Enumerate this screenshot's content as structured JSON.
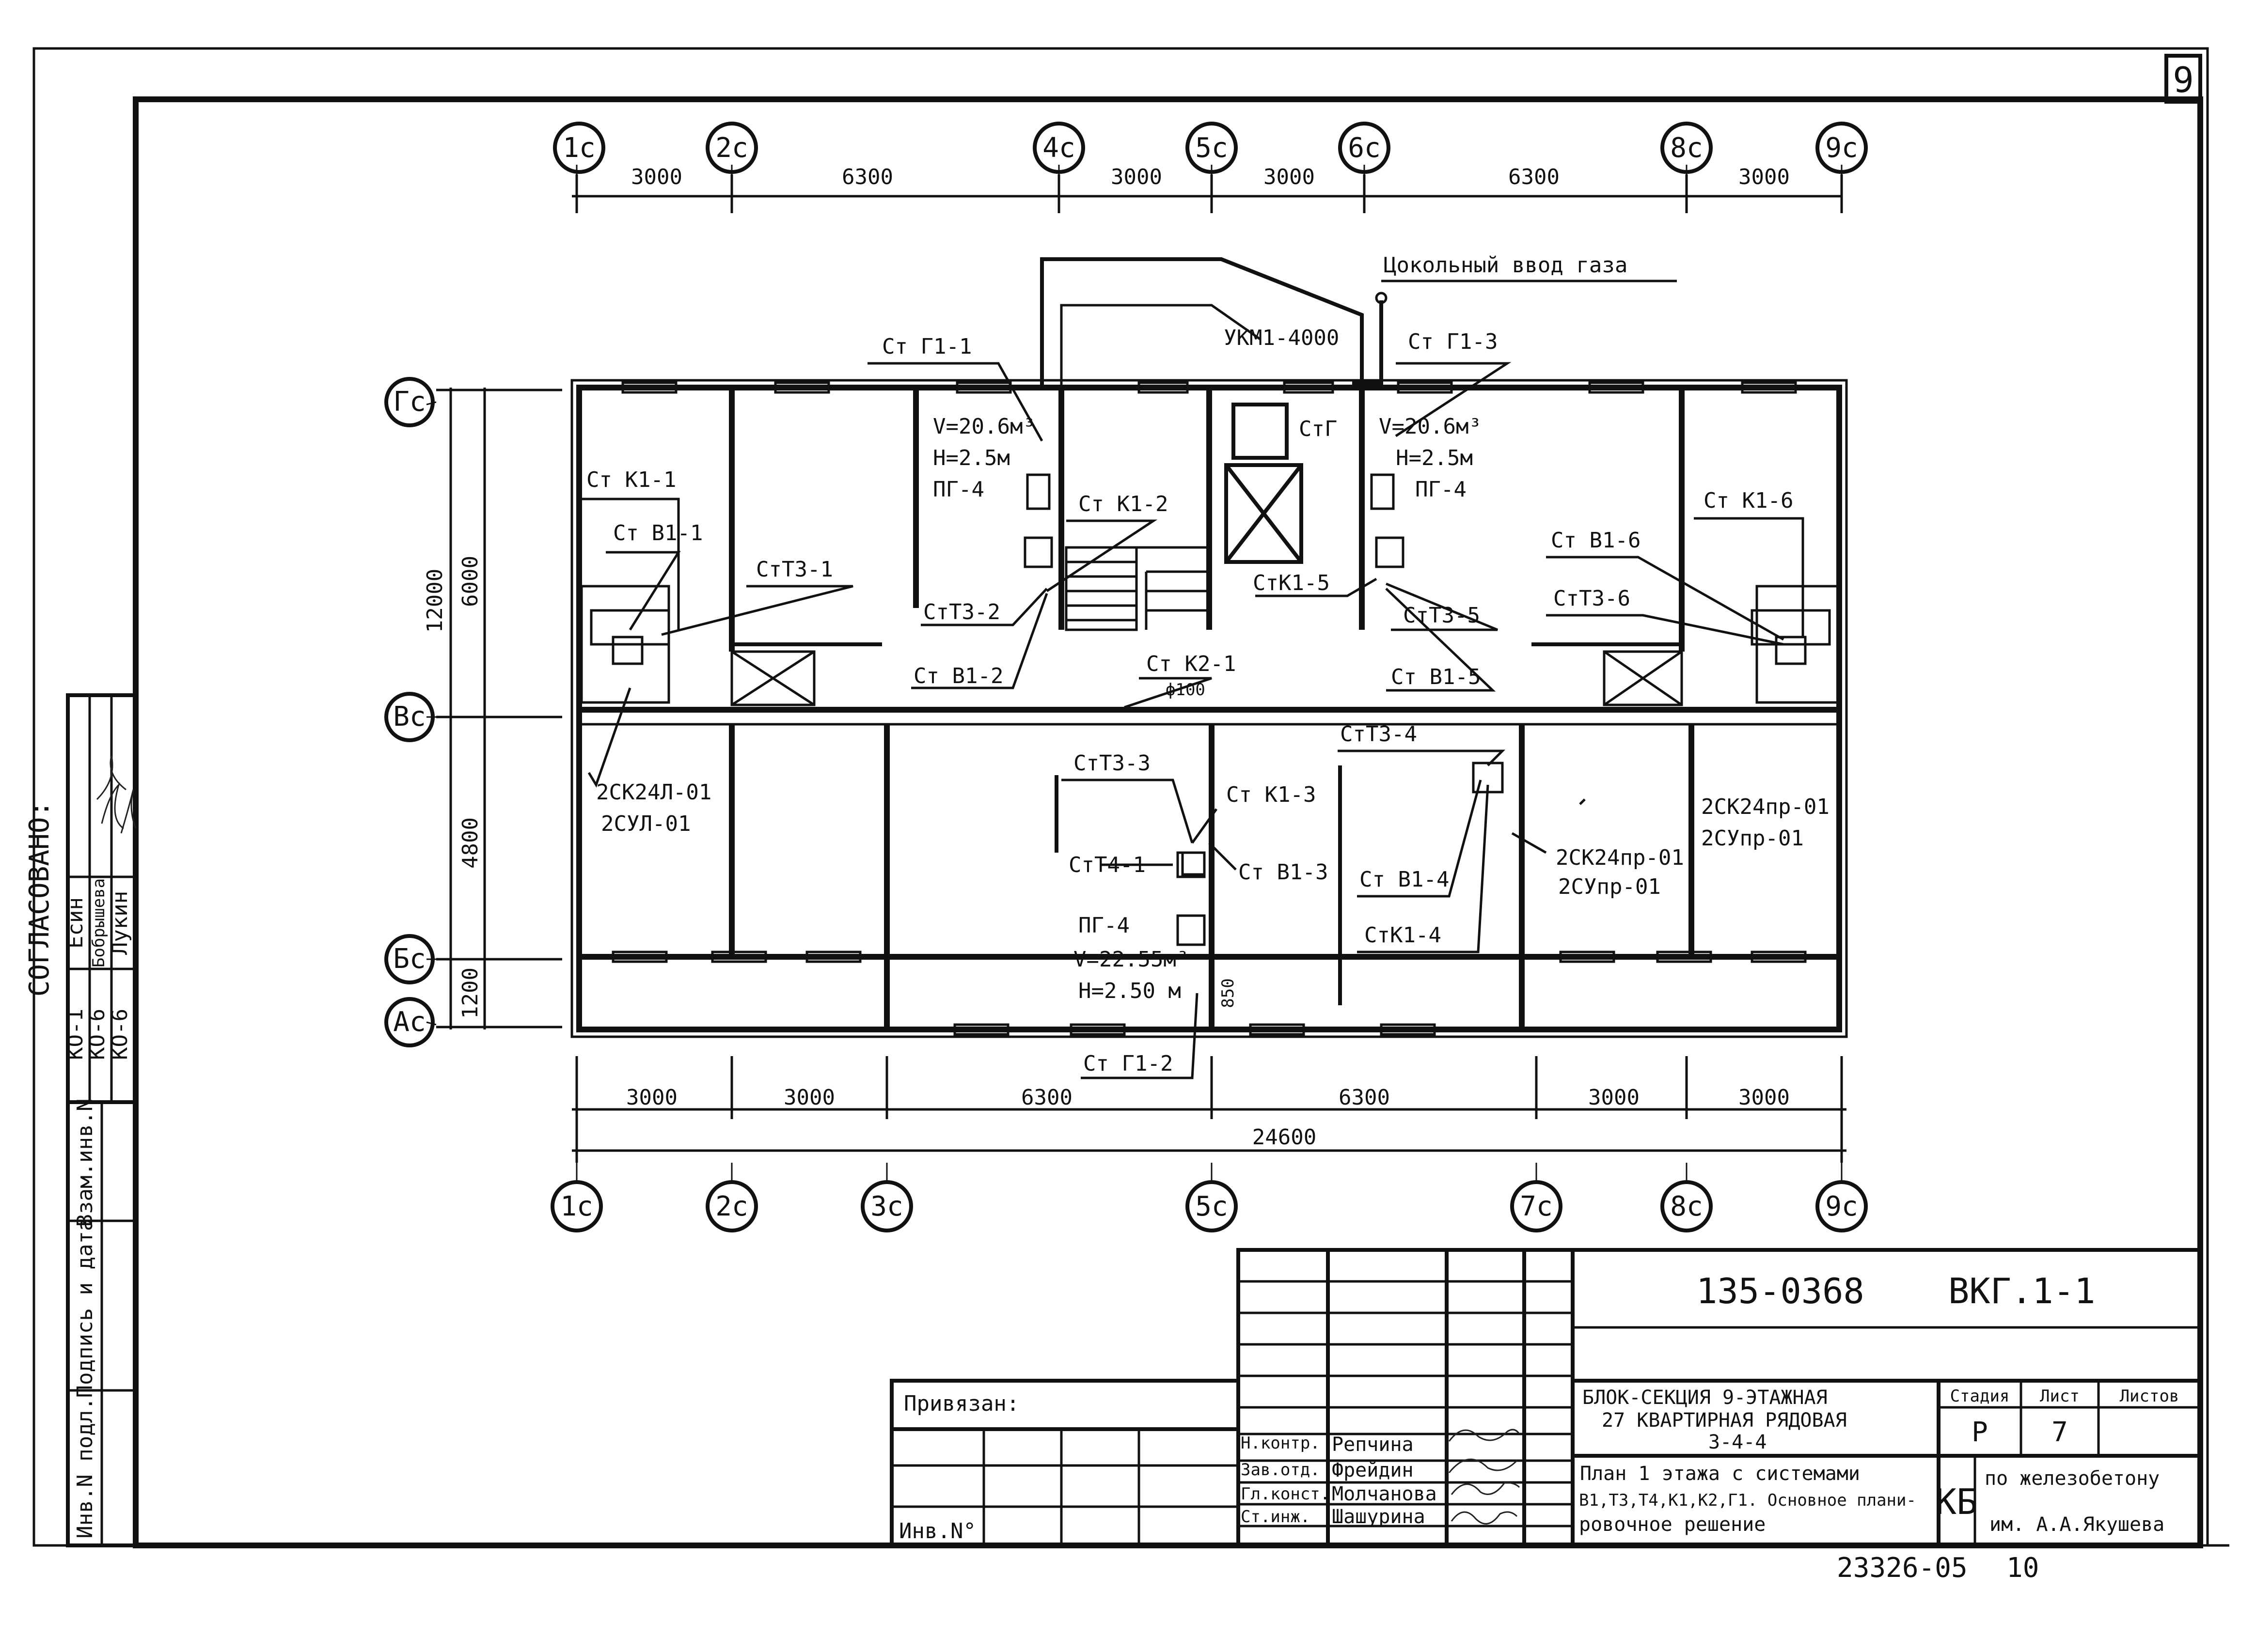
{
  "sheet": {
    "page_number": "9",
    "doc_code": "135-0368",
    "sheet_mark": "ВКГ.1-1",
    "footer_number": "23326-05",
    "footer_page": "10"
  },
  "grid": {
    "top_axes": [
      "1с",
      "2с",
      "4с",
      "5с",
      "6с",
      "8с",
      "9с"
    ],
    "top_dims": [
      "3000",
      "6300",
      "3000",
      "3000",
      "6300",
      "3000"
    ],
    "bottom_axes": [
      "1с",
      "2с",
      "3с",
      "5с",
      "7с",
      "8с",
      "9с"
    ],
    "bottom_dims": [
      "3000",
      "3000",
      "6300",
      "6300",
      "3000",
      "3000"
    ],
    "total_dim": "24600",
    "left_axes": [
      "Гс",
      "Вс",
      "Бс",
      "Ас"
    ],
    "left_outer_dim": "12000",
    "left_dims": [
      "6000",
      "4800",
      "1200"
    ]
  },
  "labels": {
    "gas_input": "Цокольный ввод газа",
    "ukm": "УКМ1-4000",
    "stg": "СтГ",
    "st_g1_1": "Ст Г1-1",
    "st_g1_2": "Ст Г1-2",
    "st_g1_3": "Ст Г1-3",
    "room_l_v": "V=20.6м³",
    "room_l_h": "Н=2.5м",
    "room_l_pg": "ПГ-4",
    "room_r_v": "V=20.6м³",
    "room_r_h": "Н=2.5м",
    "room_r_pg": "ПГ-4",
    "room_c_pg": "ПГ-4",
    "room_c_v": "V=22.55м³",
    "room_c_h": "Н=2.50 м",
    "st_k1_1": "Ст К1-1",
    "st_v1_1": "Ст В1-1",
    "st_t3_1": "СтТ3-1",
    "st_k1_2": "Ст К1-2",
    "st_t3_2": "СтТ3-2",
    "st_v1_2": "Ст В1-2",
    "st_k1_5": "СтК1-5",
    "st_t3_5": "СтТ3-5",
    "st_v1_5": "Ст В1-5",
    "st_k1_6": "Ст К1-6",
    "st_v1_6": "Ст В1-6",
    "st_t3_6": "СтТ3-6",
    "st_k2_1": "Ст К2-1",
    "phi100": "ф100",
    "st_t3_3": "СтТ3-3",
    "st_k1_3": "Ст К1-3",
    "st_t4_1": "СтТ4-1",
    "st_v1_3": "Ст В1-3",
    "st_t3_4": "СтТ3-4",
    "st_v1_4": "Ст В1-4",
    "st_k1_4": "СтК1-4",
    "sk_l_1": "2СК24Л-01",
    "sk_l_2": "2СУЛ-01",
    "sk_r_1": "2СК24пр-01",
    "sk_r_2": "2СУпр-01",
    "sk_c_1": "2СК24пр-01",
    "sk_c_2": "2СУпр-01",
    "dim_850": "850"
  },
  "approval": {
    "title": "СОГЛАСОВАНО:",
    "rows": [
      {
        "code": "КО-1",
        "name": "Есин"
      },
      {
        "code": "КО-6",
        "name": "Бобрышева"
      },
      {
        "code": "КО-6",
        "name": "Лукин"
      }
    ]
  },
  "side_stamp": [
    "Инв.N подл.",
    "Подпись и дата",
    "Взам.инв.N"
  ],
  "title_block": {
    "bound": "Привязан:",
    "inv": "Инв.N°",
    "roles": [
      "Н.контр.",
      "Зав.отд.",
      "Гл.конст.",
      "Ст.инж."
    ],
    "names": [
      "Репчина",
      "Фрейдин",
      "Молчанова",
      "Шашурина"
    ],
    "project_1": "БЛОК-СЕКЦИЯ 9-ЭТАЖНАЯ",
    "project_2": "27 КВАРТИРНАЯ РЯДОВАЯ",
    "project_3": "3-4-4",
    "sheet_title_1": "План 1 этажа с системами",
    "sheet_title_2": "В1,Т3,Т4,К1,К2,Г1. Основное плани-",
    "sheet_title_3": "ровочное решение",
    "stage_h": "Стадия",
    "list_h": "Лист",
    "lists_h": "Листов",
    "stage": "Р",
    "list": "7",
    "org_mark": "КБ",
    "org_1": "по железобетону",
    "org_2": "им. А.А.Якушева"
  }
}
